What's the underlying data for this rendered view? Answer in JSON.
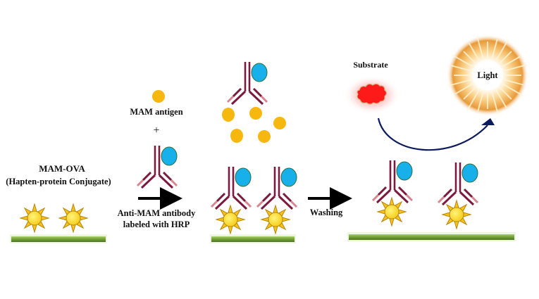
{
  "diagram": {
    "title": "Competitive ELISA for MAM detection",
    "stages": [
      {
        "id": "coated-plate",
        "label_line1": "MAM-OVA",
        "label_line2": "(Hapten-protein  Conjugate)"
      },
      {
        "id": "reagents",
        "antigen_label": "MAM antigen",
        "plus": "+",
        "antibody_label_line1": "Anti-MAM antibody",
        "antibody_label_line2": "labeled with  HRP"
      },
      {
        "id": "competition"
      },
      {
        "id": "washing",
        "arrow_label": "Washing"
      },
      {
        "id": "detection",
        "substrate_label": "Substrate",
        "light_label": "Light"
      }
    ]
  },
  "colors": {
    "plate": "#77a33a",
    "plate_dark": "#4d7424",
    "hapten_fill": "#fde23a",
    "hapten_stroke": "#b8860b",
    "antibody_heavy": "#7c1a3e",
    "antibody_light": "#d9858f",
    "hrp_enzyme": "#18b0ea",
    "hrp_stroke": "#2c6e3a",
    "antigen": "#f6b70f",
    "substrate": "#ff1a1a",
    "arrow_curve": "#0c1a5e",
    "light_core": "#ffffff",
    "light_glow": "#f2a23a"
  }
}
